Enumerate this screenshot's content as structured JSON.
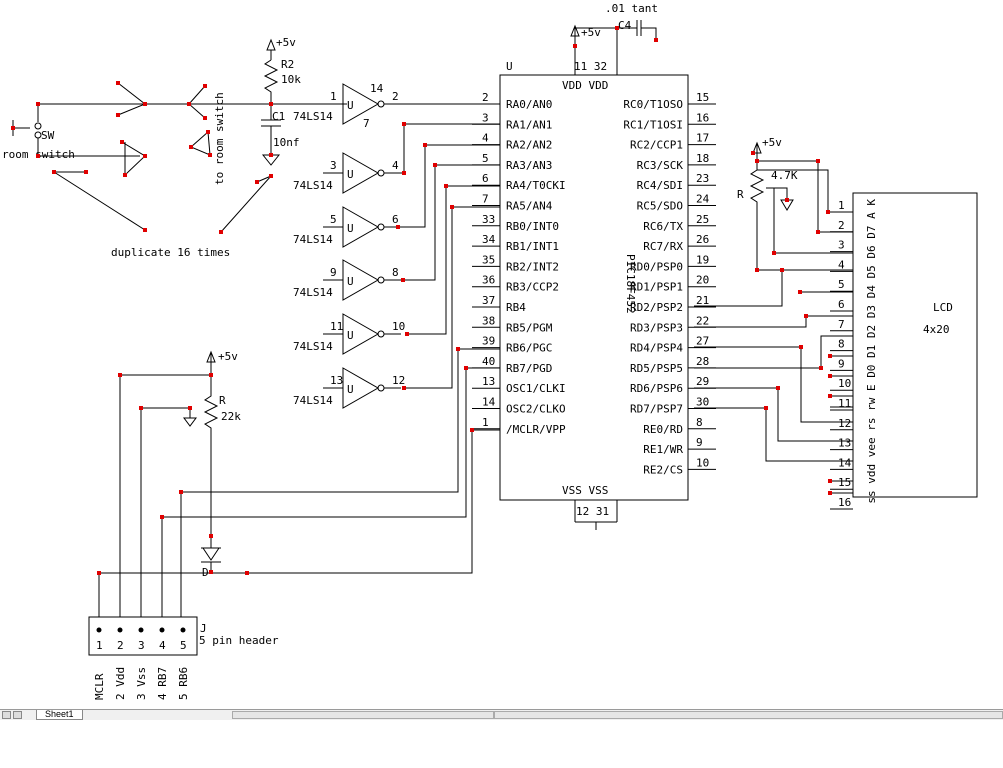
{
  "labels": {
    "cap_c4_value": ".01 tant",
    "cap_c4": "C4",
    "vdd_pins": "11 32",
    "vss_pins": "12 31",
    "vdd_supply": "+5v",
    "r2": "R2",
    "r2_value": "10k",
    "c1": "C1",
    "c1_value": "10nf",
    "sw": "SW",
    "room_switch": "room switch",
    "to_room_switch": "to room switch",
    "duplicate": "duplicate 16 times",
    "pot_r": "R",
    "pot_value": "4.7K",
    "r_mclr": "R",
    "r_mclr_value": "22k",
    "diode": "D",
    "header": "5 pin header",
    "header_j": "J",
    "lcd": "LCD",
    "lcd_size": "4x20",
    "lcd_pin_names": "ss vdd vee rs rw E D0 D1 D2 D3 D4 D5 D6 D7 A K"
  },
  "ic": {
    "u": "U",
    "part": "PIC18F452",
    "vdd_label": "VDD VDD",
    "vss_label": "VSS VSS",
    "left_pins": [
      {
        "num": "2",
        "name": "RA0/AN0"
      },
      {
        "num": "3",
        "name": "RA1/AN1"
      },
      {
        "num": "4",
        "name": "RA2/AN2"
      },
      {
        "num": "5",
        "name": "RA3/AN3"
      },
      {
        "num": "6",
        "name": "RA4/T0CKI"
      },
      {
        "num": "7",
        "name": "RA5/AN4"
      },
      {
        "num": "33",
        "name": "RB0/INT0"
      },
      {
        "num": "34",
        "name": "RB1/INT1"
      },
      {
        "num": "35",
        "name": "RB2/INT2"
      },
      {
        "num": "36",
        "name": "RB3/CCP2"
      },
      {
        "num": "37",
        "name": "RB4"
      },
      {
        "num": "38",
        "name": "RB5/PGM"
      },
      {
        "num": "39",
        "name": "RB6/PGC"
      },
      {
        "num": "40",
        "name": "RB7/PGD"
      },
      {
        "num": "13",
        "name": "OSC1/CLKI"
      },
      {
        "num": "14",
        "name": "OSC2/CLKO"
      },
      {
        "num": "1",
        "name": "/MCLR/VPP"
      }
    ],
    "right_pins": [
      {
        "num": "15",
        "name": "RC0/T1OSO"
      },
      {
        "num": "16",
        "name": "RC1/T1OSI"
      },
      {
        "num": "17",
        "name": "RC2/CCP1"
      },
      {
        "num": "18",
        "name": "RC3/SCK"
      },
      {
        "num": "23",
        "name": "RC4/SDI"
      },
      {
        "num": "24",
        "name": "RC5/SDO"
      },
      {
        "num": "25",
        "name": "RC6/TX"
      },
      {
        "num": "26",
        "name": "RC7/RX"
      },
      {
        "num": "19",
        "name": "RD0/PSP0"
      },
      {
        "num": "20",
        "name": "RD1/PSP1"
      },
      {
        "num": "21",
        "name": "RD2/PSP2"
      },
      {
        "num": "22",
        "name": "RD3/PSP3"
      },
      {
        "num": "27",
        "name": "RD4/PSP4"
      },
      {
        "num": "28",
        "name": "RD5/PSP5"
      },
      {
        "num": "29",
        "name": "RD6/PSP6"
      },
      {
        "num": "30",
        "name": "RD7/PSP7"
      },
      {
        "num": "8",
        "name": "RE0/RD"
      },
      {
        "num": "9",
        "name": "RE1/WR"
      },
      {
        "num": "10",
        "name": "RE2/CS"
      }
    ]
  },
  "inverters": [
    {
      "part": "74LS14",
      "in_pin": "1",
      "out_pin": "2",
      "vcc_pin": "14",
      "gnd_pin": "7",
      "u": "U"
    },
    {
      "part": "74LS14",
      "in_pin": "3",
      "out_pin": "4",
      "u": "U"
    },
    {
      "part": "74LS14",
      "in_pin": "5",
      "out_pin": "6",
      "u": "U"
    },
    {
      "part": "74LS14",
      "in_pin": "9",
      "out_pin": "8",
      "u": "U"
    },
    {
      "part": "74LS14",
      "in_pin": "11",
      "out_pin": "10",
      "u": "U"
    },
    {
      "part": "74LS14",
      "in_pin": "13",
      "out_pin": "12",
      "u": "U"
    }
  ],
  "lcd_pins": [
    "1",
    "2",
    "3",
    "4",
    "5",
    "6",
    "7",
    "8",
    "9",
    "10",
    "11",
    "12",
    "13",
    "14",
    "15",
    "16"
  ],
  "header_pins": [
    {
      "num": "1",
      "name": "MCLR"
    },
    {
      "num": "2",
      "name": "2 Vdd"
    },
    {
      "num": "3",
      "name": "3 Vss"
    },
    {
      "num": "4",
      "name": "4 RB7"
    },
    {
      "num": "5",
      "name": "5 RB6"
    }
  ],
  "tabbar": {
    "sheet": "Sheet1"
  },
  "colors": {
    "wire": "#000000",
    "junction": "#e00000",
    "background": "#ffffff"
  }
}
